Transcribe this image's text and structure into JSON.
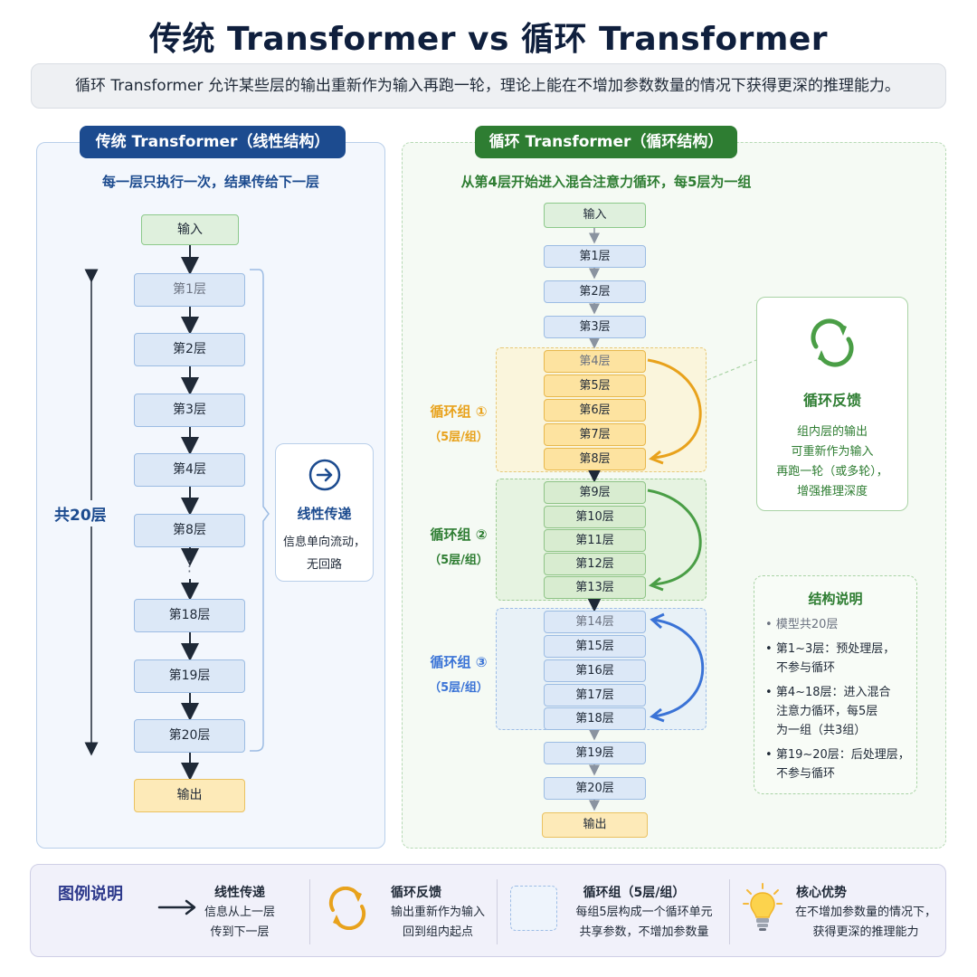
{
  "title": "传统 Transformer vs 循环 Transformer",
  "subtitle": "循环 Transformer 允许某些层的输出重新作为输入再跑一轮，理论上能在不增加参数数量的情况下获得更深的推理能力。",
  "left": {
    "header": "传统 Transformer（线性结构）",
    "subheader": "每一层只执行一次，结果传给下一层",
    "input": "输入",
    "layers": [
      "第1层",
      "第2层",
      "第3层",
      "第4层",
      "第8层",
      "第18层",
      "第19层",
      "第20层"
    ],
    "ellipsis": "⋮",
    "output": "输出",
    "total_label": "共20层",
    "card": {
      "title": "线性传递",
      "text1": "信息单向流动，",
      "text2": "无回路",
      "icon": "arrow-right-circle-icon"
    }
  },
  "right": {
    "header": "循环 Transformer（循环结构）",
    "subheader": "从第4层开始进入混合注意力循环，每5层为一组",
    "input": "输入",
    "pre_layers": [
      "第1层",
      "第2层",
      "第3层"
    ],
    "groups": [
      {
        "label": "循环组 ①",
        "sub": "（5层/组）",
        "layers": [
          "第4层",
          "第5层",
          "第6层",
          "第7层",
          "第8层"
        ],
        "color": "#e8a21c"
      },
      {
        "label": "循环组 ②",
        "sub": "（5层/组）",
        "layers": [
          "第9层",
          "第10层",
          "第11层",
          "第12层",
          "第13层"
        ],
        "color": "#4a9e46"
      },
      {
        "label": "循环组 ③",
        "sub": "（5层/组）",
        "layers": [
          "第14层",
          "第15层",
          "第16层",
          "第17层",
          "第18层"
        ],
        "color": "#3a73d6"
      }
    ],
    "post_layers": [
      "第19层",
      "第20层"
    ],
    "output": "输出",
    "cycle_card": {
      "title": "循环反馈",
      "lines": [
        "组内层的输出",
        "可重新作为输入",
        "再跑一轮（或多轮），",
        "增强推理深度"
      ],
      "icon": "recycle-arrows-icon"
    },
    "struct_card": {
      "title": "结构说明",
      "items": [
        [
          "模型共20层"
        ],
        [
          "第1~3层：预处理层，",
          "不参与循环"
        ],
        [
          "第4~18层：进入混合",
          "注意力循环，每5层",
          "为一组（共3组）"
        ],
        [
          "第19~20层：后处理层，",
          "不参与循环"
        ]
      ]
    }
  },
  "legend": {
    "title": "图例说明",
    "items": [
      {
        "head": "线性传递",
        "lines": [
          "信息从上一层",
          "传到下一层"
        ],
        "icon": "long-arrow-right-icon"
      },
      {
        "head": "循环反馈",
        "lines": [
          "输出重新作为输入",
          "回到组内起点"
        ],
        "icon": "cycle-arrows-icon"
      },
      {
        "head": "循环组（5层/组）",
        "lines": [
          "每组5层构成一个循环单元",
          "共享参数，不增加参数量"
        ],
        "icon": "dashed-box-icon"
      },
      {
        "head": "核心优势",
        "lines": [
          "在不增加参数量的情况下，",
          "获得更深的推理能力"
        ],
        "icon": "lightbulb-icon"
      }
    ]
  },
  "colors": {
    "navy": "#1c4b8f",
    "green": "#2e7d32",
    "orange": "#e8a21c",
    "blue": "#3a73d6"
  }
}
